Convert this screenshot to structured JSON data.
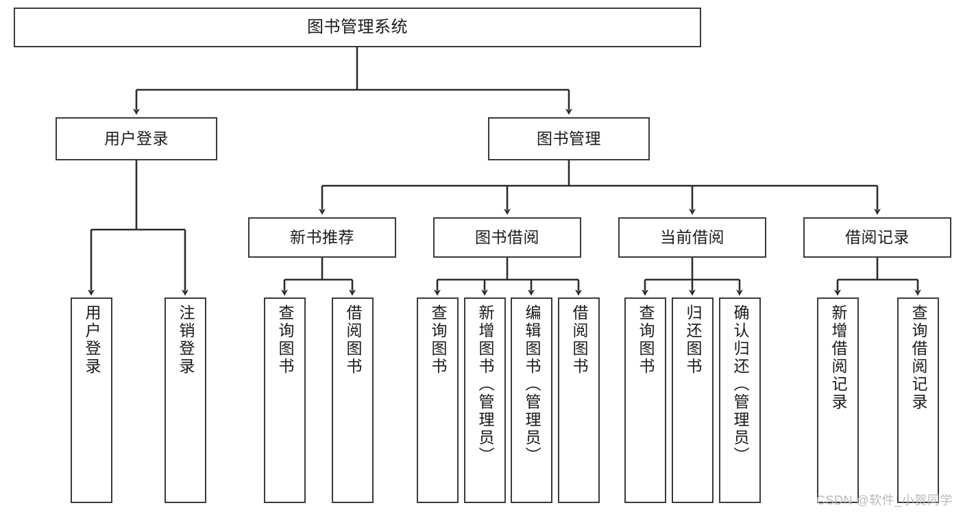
{
  "diagram": {
    "type": "tree-hierarchy",
    "title": "图书管理系统",
    "orientation": "top-down",
    "colors": {
      "box_border": "#3a3a3a",
      "box_fill": "#ffffff",
      "edge": "#2b2b2b",
      "text": "#1b1b1b",
      "watermark": "#b9b9b9",
      "background": "#ffffff"
    },
    "nodes": {
      "root": {
        "label": "图书管理系统"
      },
      "level2": [
        {
          "id": "user-login",
          "label": "用户登录"
        },
        {
          "id": "book-manage",
          "label": "图书管理"
        }
      ],
      "level3": [
        {
          "id": "new-book-rec",
          "label": "新书推荐"
        },
        {
          "id": "book-borrow",
          "label": "图书借阅"
        },
        {
          "id": "current-borrow",
          "label": "当前借阅"
        },
        {
          "id": "borrow-record",
          "label": "借阅记录"
        }
      ],
      "leaves": {
        "user-login": [
          {
            "id": "leaf-user-login",
            "label": "用户登录"
          },
          {
            "id": "leaf-logout-login",
            "label": "注销登录"
          }
        ],
        "new-book-rec": [
          {
            "id": "leaf-query-book-1",
            "label": "查询图书"
          },
          {
            "id": "leaf-borrow-book-1",
            "label": "借阅图书"
          }
        ],
        "book-borrow": [
          {
            "id": "leaf-query-book-2",
            "label": "查询图书"
          },
          {
            "id": "leaf-add-book",
            "label": "新增图书（管理员）"
          },
          {
            "id": "leaf-edit-book",
            "label": "编辑图书（管理员）"
          },
          {
            "id": "leaf-borrow-book-2",
            "label": "借阅图书"
          }
        ],
        "current-borrow": [
          {
            "id": "leaf-query-book-3",
            "label": "查询图书"
          },
          {
            "id": "leaf-return-book",
            "label": "归还图书"
          },
          {
            "id": "leaf-confirm-return",
            "label": "确认归还（管理员）"
          }
        ],
        "borrow-record": [
          {
            "id": "leaf-add-record",
            "label": "新增借阅记录"
          },
          {
            "id": "leaf-query-record",
            "label": "查询借阅记录"
          }
        ]
      }
    },
    "watermark": {
      "text": "CSDN @软件_小贺同学"
    }
  }
}
